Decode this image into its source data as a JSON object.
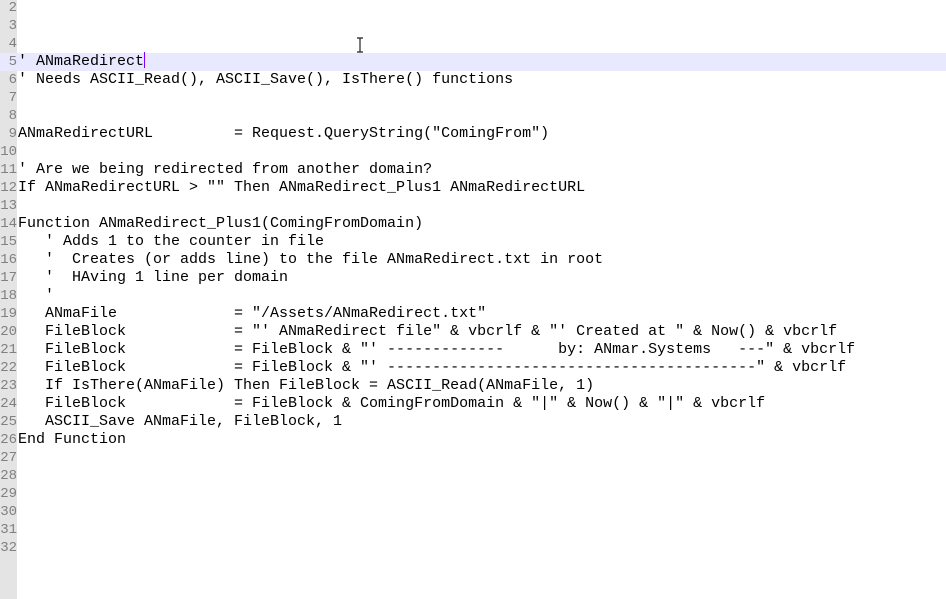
{
  "editor": {
    "current_line": 5,
    "lines": [
      {
        "n": "2",
        "text": ""
      },
      {
        "n": "3",
        "text": ""
      },
      {
        "n": "4",
        "text": ""
      },
      {
        "n": "5",
        "text": "' ANmaRedirect"
      },
      {
        "n": "6",
        "text": "' Needs ASCII_Read(), ASCII_Save(), IsThere() functions"
      },
      {
        "n": "7",
        "text": ""
      },
      {
        "n": "8",
        "text": ""
      },
      {
        "n": "9",
        "text": "ANmaRedirectURL         = Request.QueryString(\"ComingFrom\")"
      },
      {
        "n": "10",
        "text": ""
      },
      {
        "n": "11",
        "text": "' Are we being redirected from another domain?"
      },
      {
        "n": "12",
        "text": "If ANmaRedirectURL > \"\" Then ANmaRedirect_Plus1 ANmaRedirectURL"
      },
      {
        "n": "13",
        "text": ""
      },
      {
        "n": "14",
        "text": "Function ANmaRedirect_Plus1(ComingFromDomain)"
      },
      {
        "n": "15",
        "text": "   ' Adds 1 to the counter in file"
      },
      {
        "n": "16",
        "text": "   '  Creates (or adds line) to the file ANmaRedirect.txt in root"
      },
      {
        "n": "17",
        "text": "   '  HAving 1 line per domain"
      },
      {
        "n": "18",
        "text": "   '"
      },
      {
        "n": "19",
        "text": "   ANmaFile             = \"/Assets/ANmaRedirect.txt\""
      },
      {
        "n": "20",
        "text": "   FileBlock            = \"' ANmaRedirect file\" & vbcrlf & \"' Created at \" & Now() & vbcrlf"
      },
      {
        "n": "21",
        "text": "   FileBlock            = FileBlock & \"' -------------      by: ANmar.Systems   ---\" & vbcrlf"
      },
      {
        "n": "22",
        "text": "   FileBlock            = FileBlock & \"' -----------------------------------------\" & vbcrlf"
      },
      {
        "n": "23",
        "text": "   If IsThere(ANmaFile) Then FileBlock = ASCII_Read(ANmaFile, 1)"
      },
      {
        "n": "24",
        "text": "   FileBlock            = FileBlock & ComingFromDomain & \"|\" & Now() & \"|\" & vbcrlf"
      },
      {
        "n": "25",
        "text": "   ASCII_Save ANmaFile, FileBlock, 1"
      },
      {
        "n": "26",
        "text": "End Function"
      },
      {
        "n": "27",
        "text": ""
      },
      {
        "n": "28",
        "text": ""
      },
      {
        "n": "29",
        "text": ""
      },
      {
        "n": "30",
        "text": ""
      },
      {
        "n": "31",
        "text": ""
      },
      {
        "n": "32",
        "text": ""
      }
    ]
  },
  "colors": {
    "gutter": "#e4e4e4",
    "current_line": "#e8e8ff",
    "caret": "#8000ff",
    "line_number": "#808080"
  }
}
